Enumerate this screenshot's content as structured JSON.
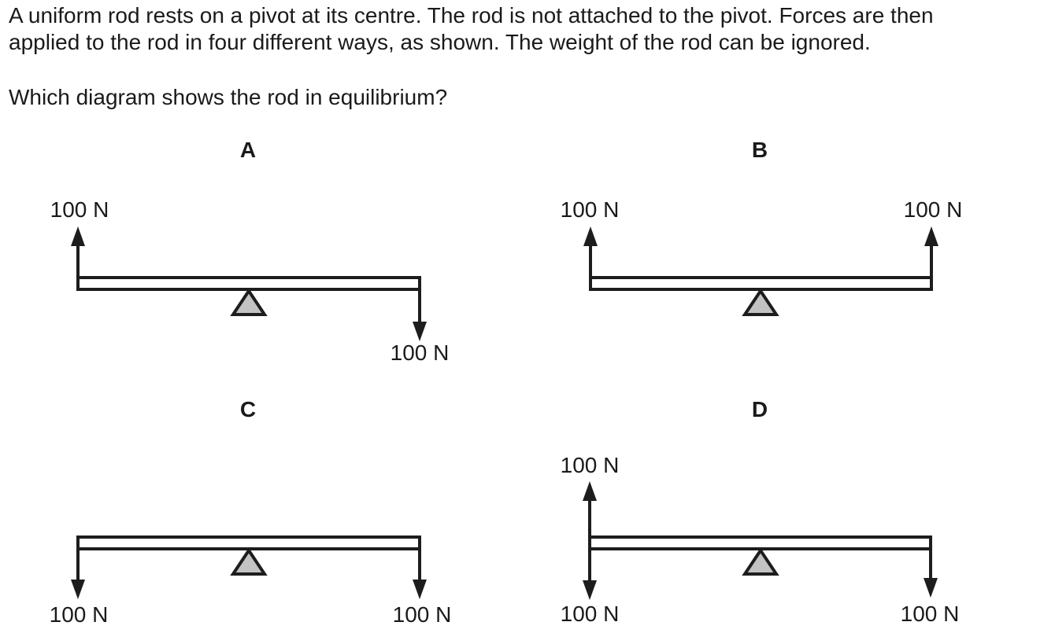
{
  "question": {
    "line1": "A uniform rod rests on a pivot at its centre. The rod is not attached to the pivot. Forces are then",
    "line2": "applied to the rod in four different ways, as shown. The weight of the rod can be ignored.",
    "prompt": "Which diagram shows the rod in equilibrium?"
  },
  "diagrams": [
    {
      "title": "A",
      "pivot": "centre",
      "forces": [
        {
          "label": "100 N",
          "position": "left-end",
          "direction": "up"
        },
        {
          "label": "100 N",
          "position": "right-end",
          "direction": "down"
        }
      ]
    },
    {
      "title": "B",
      "pivot": "centre",
      "forces": [
        {
          "label": "100 N",
          "position": "left-end",
          "direction": "up"
        },
        {
          "label": "100 N",
          "position": "right-end",
          "direction": "up"
        }
      ]
    },
    {
      "title": "C",
      "pivot": "centre",
      "forces": [
        {
          "label": "100 N",
          "position": "left-end",
          "direction": "down"
        },
        {
          "label": "100 N",
          "position": "right-end",
          "direction": "down"
        }
      ]
    },
    {
      "title": "D",
      "pivot": "centre",
      "forces": [
        {
          "label": "100 N",
          "position": "left-end",
          "direction": "up"
        },
        {
          "label": "100 N",
          "position": "left-end",
          "direction": "down"
        },
        {
          "label": "100 N",
          "position": "right-end",
          "direction": "down"
        }
      ]
    }
  ],
  "colors": {
    "line": "#1d1d1d",
    "pivot_fill": "#c3c3c3",
    "background": "#ffffff"
  }
}
